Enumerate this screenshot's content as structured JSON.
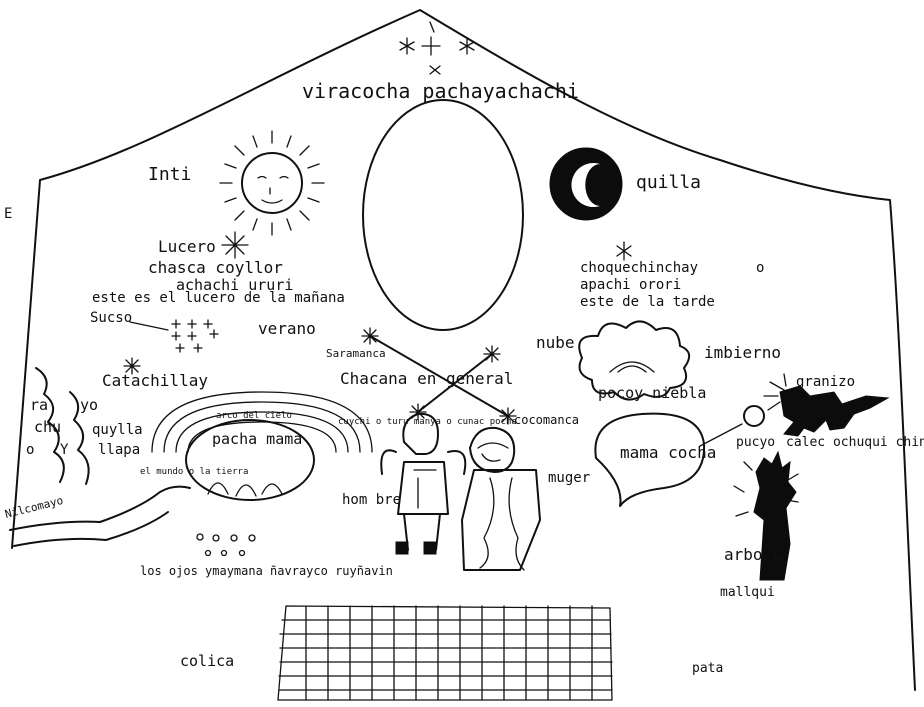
{
  "labels": {
    "viracocha": "viracocha pachayachachi",
    "inti": "Inti",
    "quilla": "quilla",
    "lucero": "Lucero",
    "chasca": "chasca coyllor",
    "achachi": "achachi ururi",
    "lucero_manana": "este es el lucero de la mañana",
    "choqui": "choquechinchay",
    "o": "o",
    "apachi": "apachi orori",
    "tarde": "este de la tarde",
    "sucso": "Sucso",
    "verano": "verano",
    "nube": "nube",
    "imbierno": "imbierno",
    "pocoy": "pocoy niebla",
    "saramanca": "Saramanca",
    "chacana": "Chacana en general",
    "catachillay": "Catachillay",
    "rayo_left": "ra",
    "rayo_yo": "yo",
    "chu": "chu",
    "yllapa_o": "o",
    "yllapa_y": "Y",
    "quylla": "quylla",
    "llapa": "llapa",
    "arco": "arco del cielo",
    "pacha_mama": "pacha mama",
    "cuychi": "cuychi o turu manya o cunac pocha",
    "cocomanca": "cocomanca",
    "el_mundo": "el mundo o la tierra",
    "mama_cocha": "mama cocha",
    "granizo": "granizo",
    "pucyo": "pucyo",
    "calec": "calec ochuqui chinchay",
    "hombre": "hom bre",
    "muger": "muger",
    "arbol": "arbo L",
    "mallqui": "mallqui",
    "nilcomayo": "Nilcomayo",
    "ojos": "los ojos ymaymana ñavrayco ruyñavin",
    "colica": "colica",
    "pata": "pata",
    "edge_letter": "E"
  }
}
